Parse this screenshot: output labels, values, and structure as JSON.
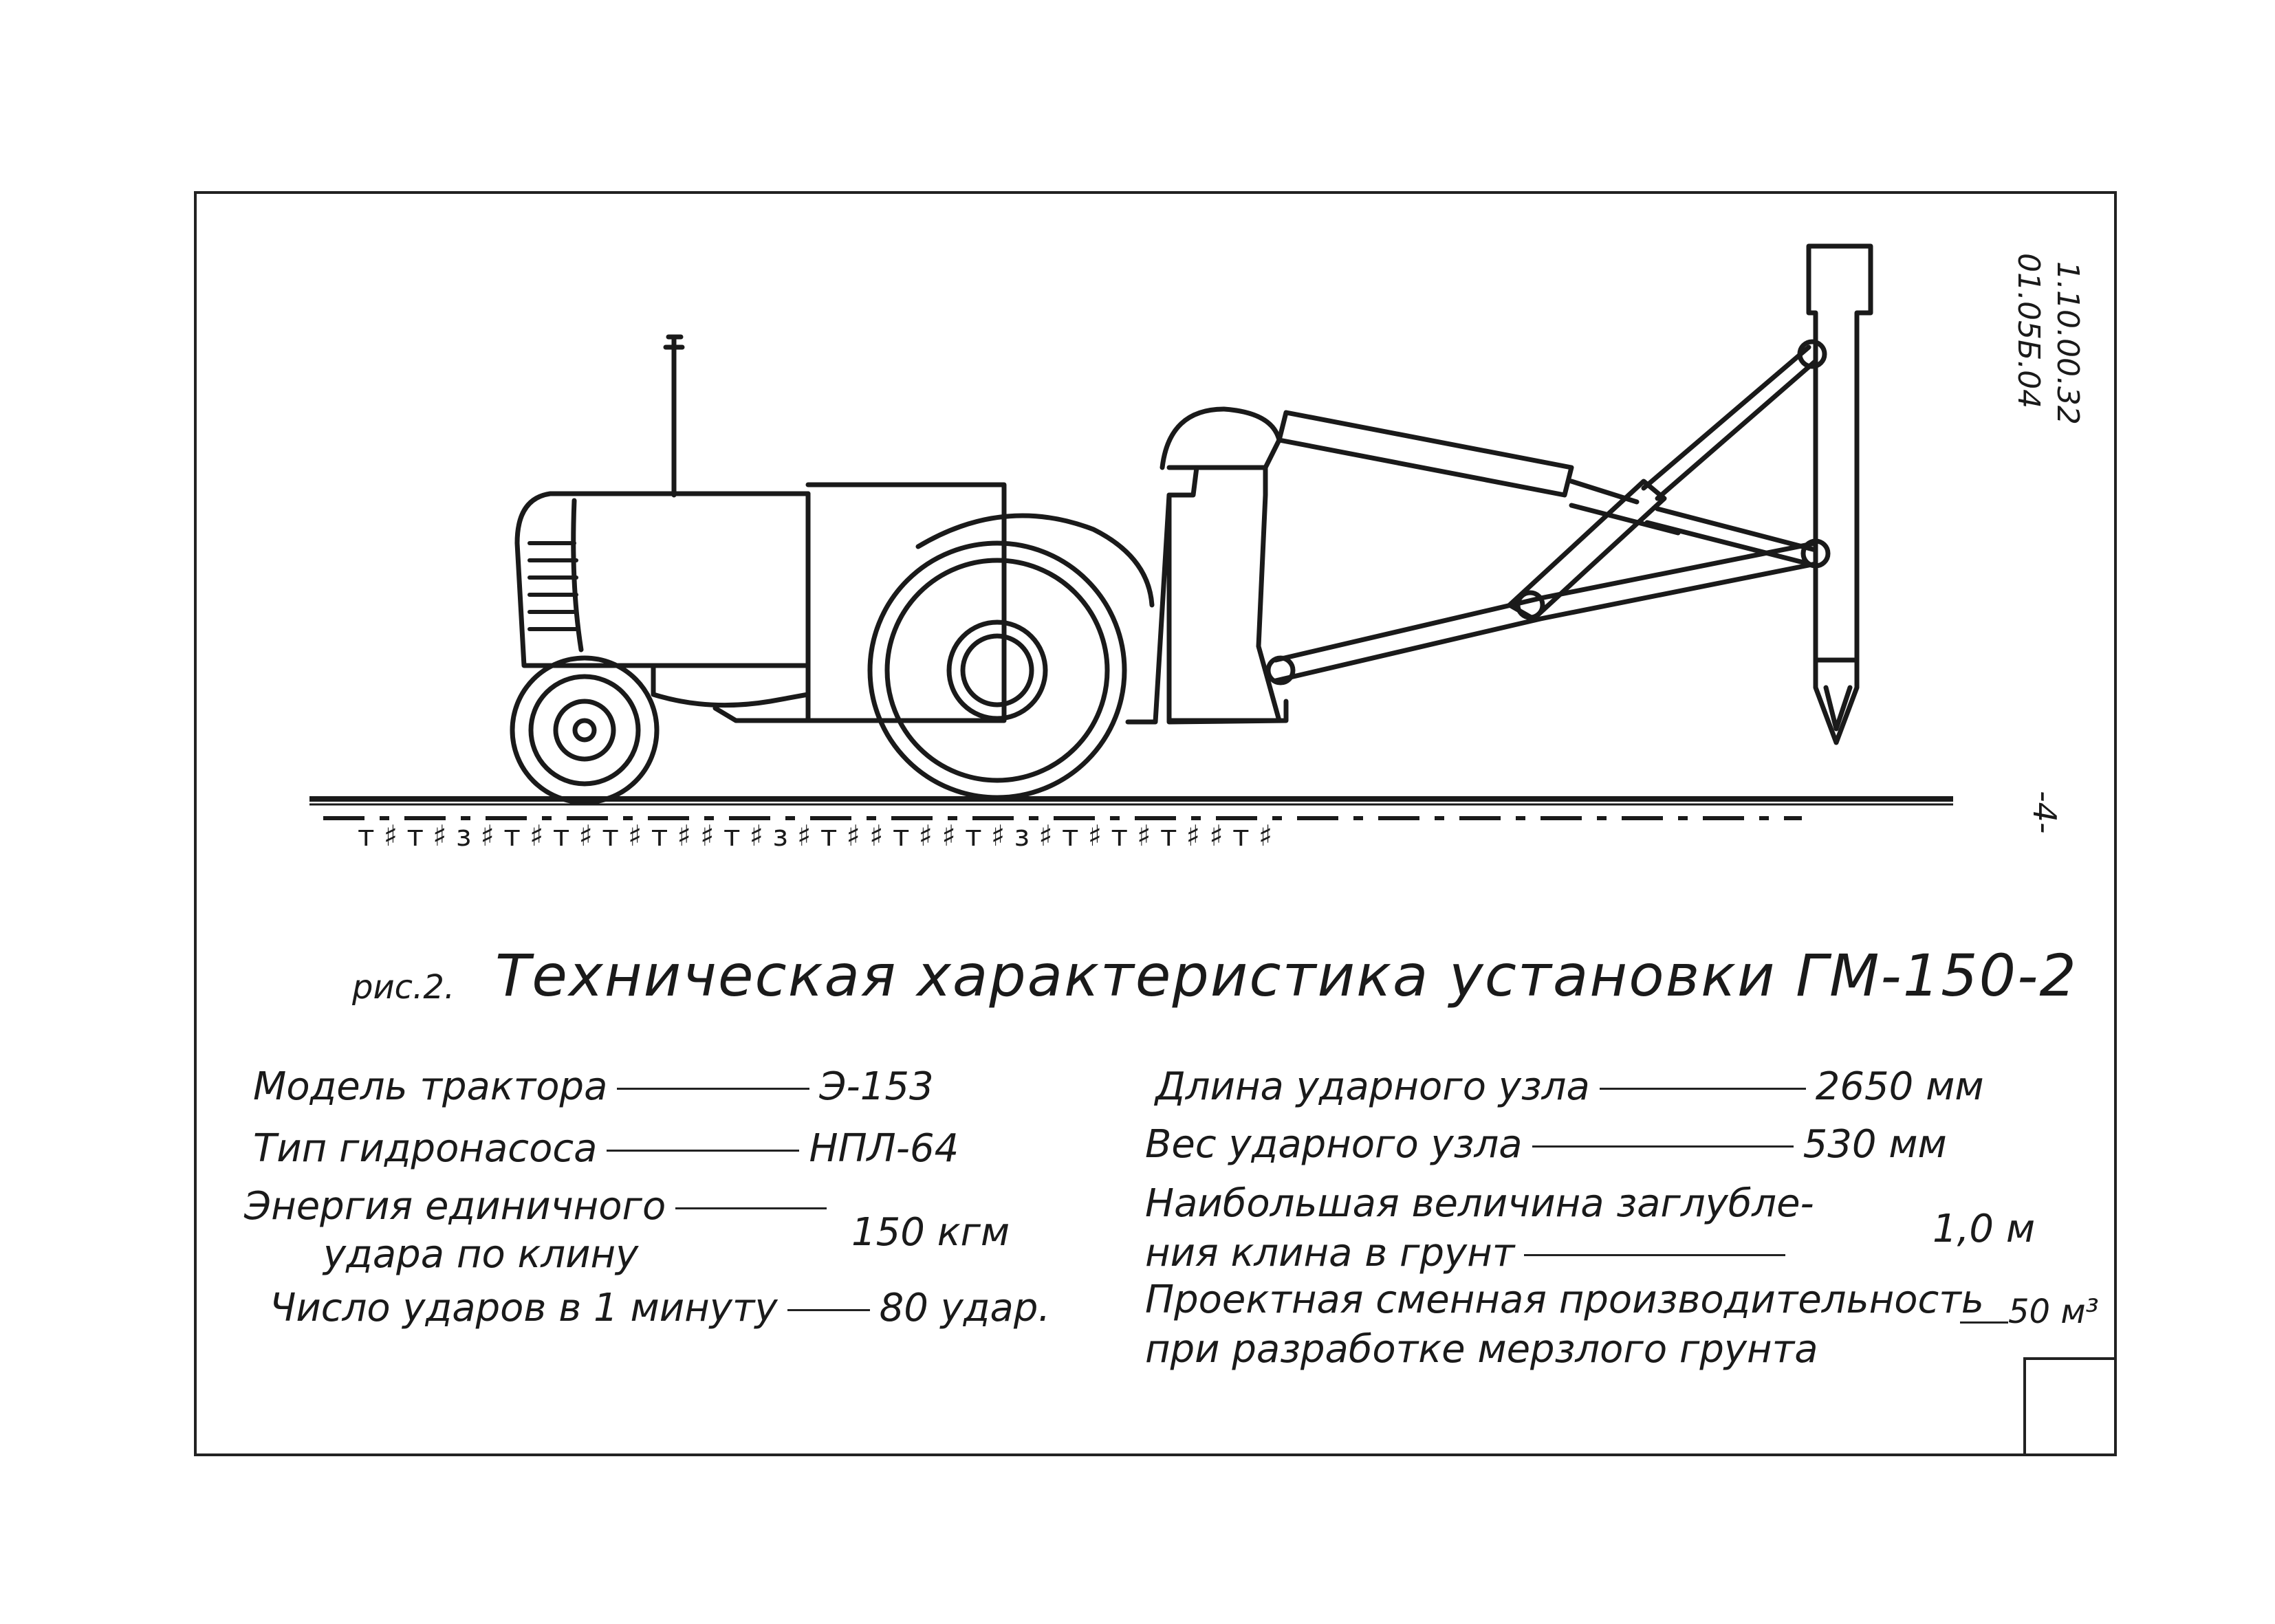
{
  "document": {
    "side_code_line1": "1.10.00.32",
    "side_code_line2": "01.05Б.04",
    "page_number": "-4-",
    "caption_prefix": "рис.2.",
    "caption_title": "Техническая характеристика установки ГМ-150-2"
  },
  "specs_left": [
    {
      "label": "Модель трактора",
      "value": "Э-153"
    },
    {
      "label": "Тип гидронасоса",
      "value": "НПЛ-64"
    },
    {
      "label_line1": "Энергия единичного",
      "label_line2": "удара по клину",
      "value": "150 кгм"
    },
    {
      "label": "Число ударов в 1 минуту",
      "value": "80 удар."
    }
  ],
  "specs_right": [
    {
      "label": "Длина ударного узла",
      "value": "2650 мм"
    },
    {
      "label": "Вес ударного узла",
      "value": "530 мм"
    },
    {
      "label_line1": "Наибольшая величина заглубле-",
      "label_line2": "ния клина в грунт",
      "value": "1,0 м"
    },
    {
      "label_line1": "Проектная сменная производительность",
      "label_line2": "при разработке мерзлого грунта",
      "value": "50 м³"
    }
  ],
  "colors": {
    "ink": "#1a1a1a",
    "paper": "#ffffff"
  }
}
